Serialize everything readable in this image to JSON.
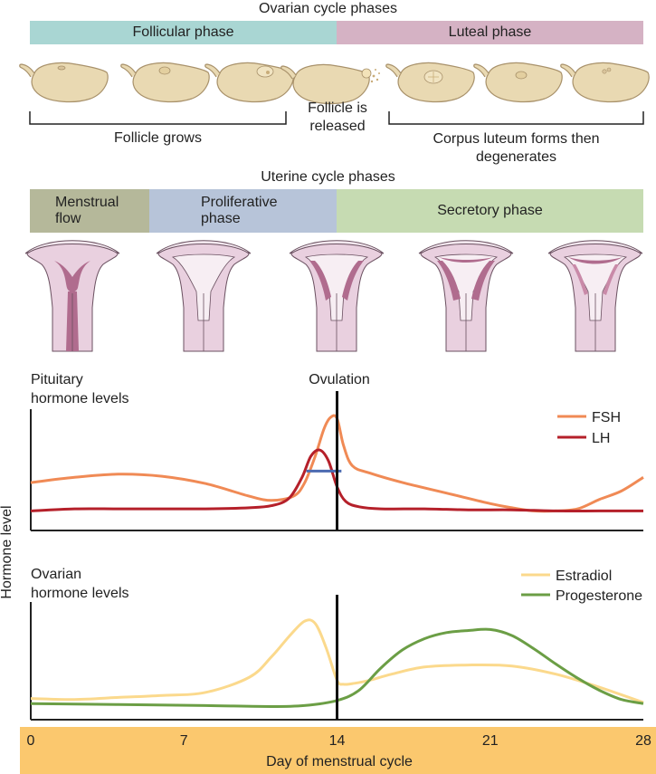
{
  "ovarian": {
    "title": "Ovarian cycle phases",
    "follicular": "Follicular phase",
    "luteal": "Luteal phase",
    "follicle_grows": "Follicle grows",
    "released_line1": "Follicle is",
    "released_line2": "released",
    "corpus_line1": "Corpus luteum forms then",
    "corpus_line2": "degenerates",
    "colors": {
      "follicular": "#a9d6d3",
      "luteal": "#d5b2c4",
      "ovary": "#e9d9b2"
    }
  },
  "uterine": {
    "title": "Uterine cycle phases",
    "menstrual_line1": "Menstrual",
    "menstrual_line2": "flow",
    "proliferative_line1": "Proliferative",
    "proliferative_line2": "phase",
    "secretory": "Secretory phase",
    "colors": {
      "menstrual": "#b5b89a",
      "proliferative": "#b7c4d9",
      "secretory": "#c6dbb2"
    }
  },
  "chart_data": [
    {
      "type": "line",
      "title": "Pituitary hormone levels",
      "annotation": "Ovulation",
      "ylabel": "Hormone level",
      "xlim": [
        0,
        28
      ],
      "series": [
        {
          "name": "FSH",
          "color": "#f08a55",
          "x": [
            0,
            2,
            4,
            6,
            8,
            10,
            11,
            12,
            12.5,
            13,
            13.4,
            13.7,
            14,
            14.3,
            14.7,
            15.5,
            17,
            19,
            21,
            22,
            23,
            24,
            25,
            26,
            27,
            28
          ],
          "y": [
            0.37,
            0.42,
            0.45,
            0.43,
            0.36,
            0.24,
            0.2,
            0.24,
            0.36,
            0.62,
            0.88,
            0.99,
            0.98,
            0.72,
            0.53,
            0.46,
            0.37,
            0.27,
            0.17,
            0.13,
            0.1,
            0.1,
            0.12,
            0.21,
            0.29,
            0.42
          ]
        },
        {
          "name": "LH",
          "color": "#b5202a",
          "x": [
            0,
            2,
            4,
            6,
            8,
            10,
            11,
            11.8,
            12.4,
            12.8,
            13.2,
            13.6,
            14,
            14.4,
            15,
            16,
            18,
            20,
            22,
            24,
            26,
            28
          ],
          "y": [
            0.1,
            0.12,
            0.12,
            0.12,
            0.12,
            0.13,
            0.15,
            0.22,
            0.42,
            0.62,
            0.68,
            0.58,
            0.33,
            0.19,
            0.14,
            0.12,
            0.12,
            0.11,
            0.11,
            0.1,
            0.1,
            0.1
          ]
        }
      ],
      "marker": {
        "x": [
          12.6,
          14.2
        ],
        "y": 0.48,
        "color": "#4c6ab1"
      }
    },
    {
      "type": "line",
      "title": "Ovarian hormone levels",
      "xlabel": "Day of menstrual cycle",
      "xticks": [
        0,
        7,
        14,
        21,
        28
      ],
      "xlim": [
        0,
        28
      ],
      "series": [
        {
          "name": "Estradiol",
          "color": "#fbd98c",
          "x": [
            0,
            2,
            4,
            6,
            8,
            10,
            11,
            11.8,
            12.5,
            13,
            13.5,
            14,
            14.3,
            14.8,
            15.5,
            16.5,
            18,
            20,
            22,
            24,
            26,
            28
          ],
          "y": [
            0.12,
            0.11,
            0.13,
            0.15,
            0.18,
            0.33,
            0.53,
            0.73,
            0.88,
            0.86,
            0.62,
            0.3,
            0.26,
            0.27,
            0.3,
            0.36,
            0.43,
            0.45,
            0.44,
            0.36,
            0.23,
            0.08
          ]
        },
        {
          "name": "Progesterone",
          "color": "#6b9e45",
          "x": [
            0,
            4,
            8,
            11,
            12.5,
            14,
            15,
            16,
            17,
            18,
            19,
            20,
            21,
            22,
            23,
            24,
            25,
            26,
            27,
            28
          ],
          "y": [
            0.07,
            0.06,
            0.05,
            0.04,
            0.05,
            0.1,
            0.2,
            0.42,
            0.6,
            0.71,
            0.77,
            0.79,
            0.8,
            0.74,
            0.61,
            0.46,
            0.32,
            0.2,
            0.11,
            0.07
          ]
        }
      ]
    }
  ],
  "axis": {
    "band_color": "#fbc86e"
  }
}
